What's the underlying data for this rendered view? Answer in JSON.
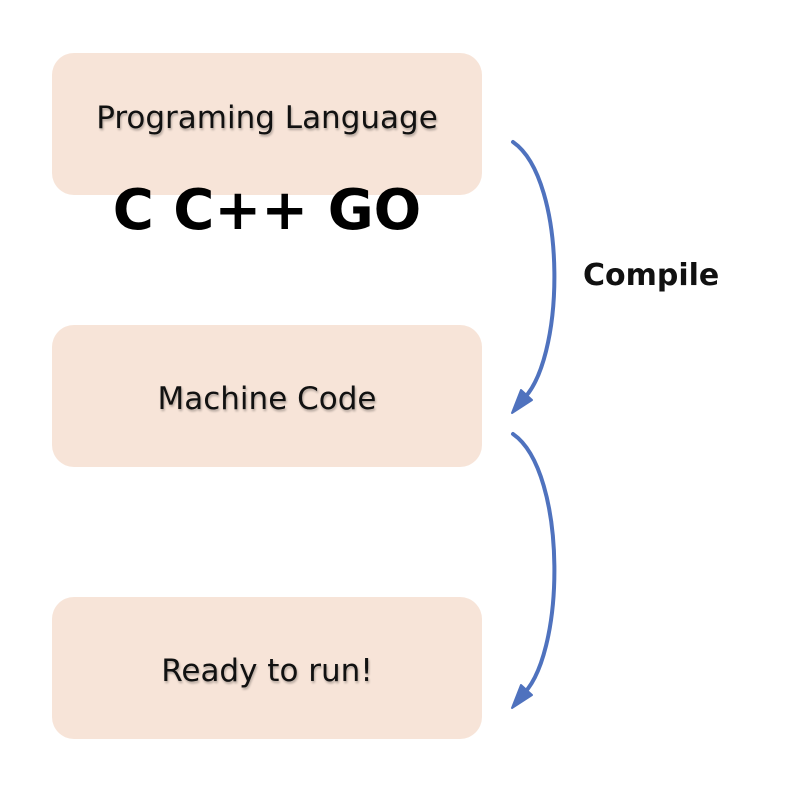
{
  "diagram": {
    "source_box": {
      "label": "Programing Language"
    },
    "languages": "C C++ GO",
    "machine_box": {
      "label": "Machine Code"
    },
    "run_box": {
      "label": "Ready to run!"
    },
    "compile_label": "Compile"
  },
  "colors": {
    "box_fill": "#f7e4d8",
    "arrow": "#4f72be",
    "text": "#111111"
  }
}
